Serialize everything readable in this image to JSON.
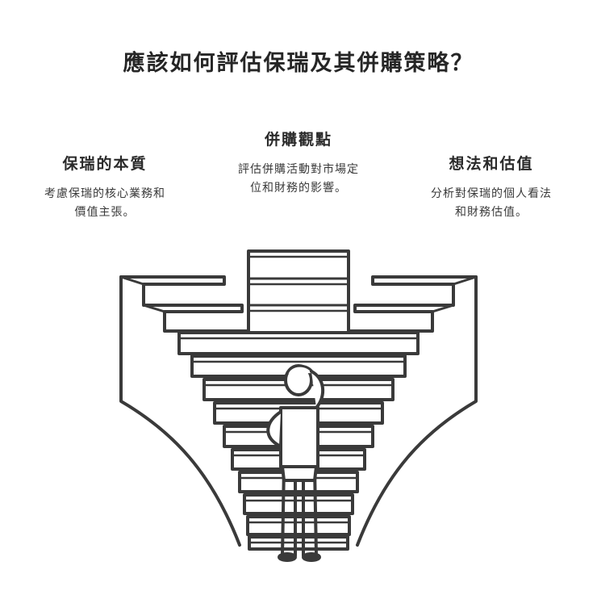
{
  "title": "應該如何評估保瑞及其併購策略？",
  "sections": {
    "left": {
      "heading": "保瑞的本質",
      "lines": [
        "考慮保瑞的核心業務和",
        "價值主張。"
      ]
    },
    "middle": {
      "heading": "併購觀點",
      "lines": [
        "評估併購活動對市場定",
        "位和財務的影響。"
      ]
    },
    "right": {
      "heading": "想法和估值",
      "lines": [
        "分析對保瑞的個人看法",
        "和財務估值。"
      ]
    }
  },
  "colors": {
    "ink": "#3a3a3a",
    "background": "#ffffff"
  }
}
